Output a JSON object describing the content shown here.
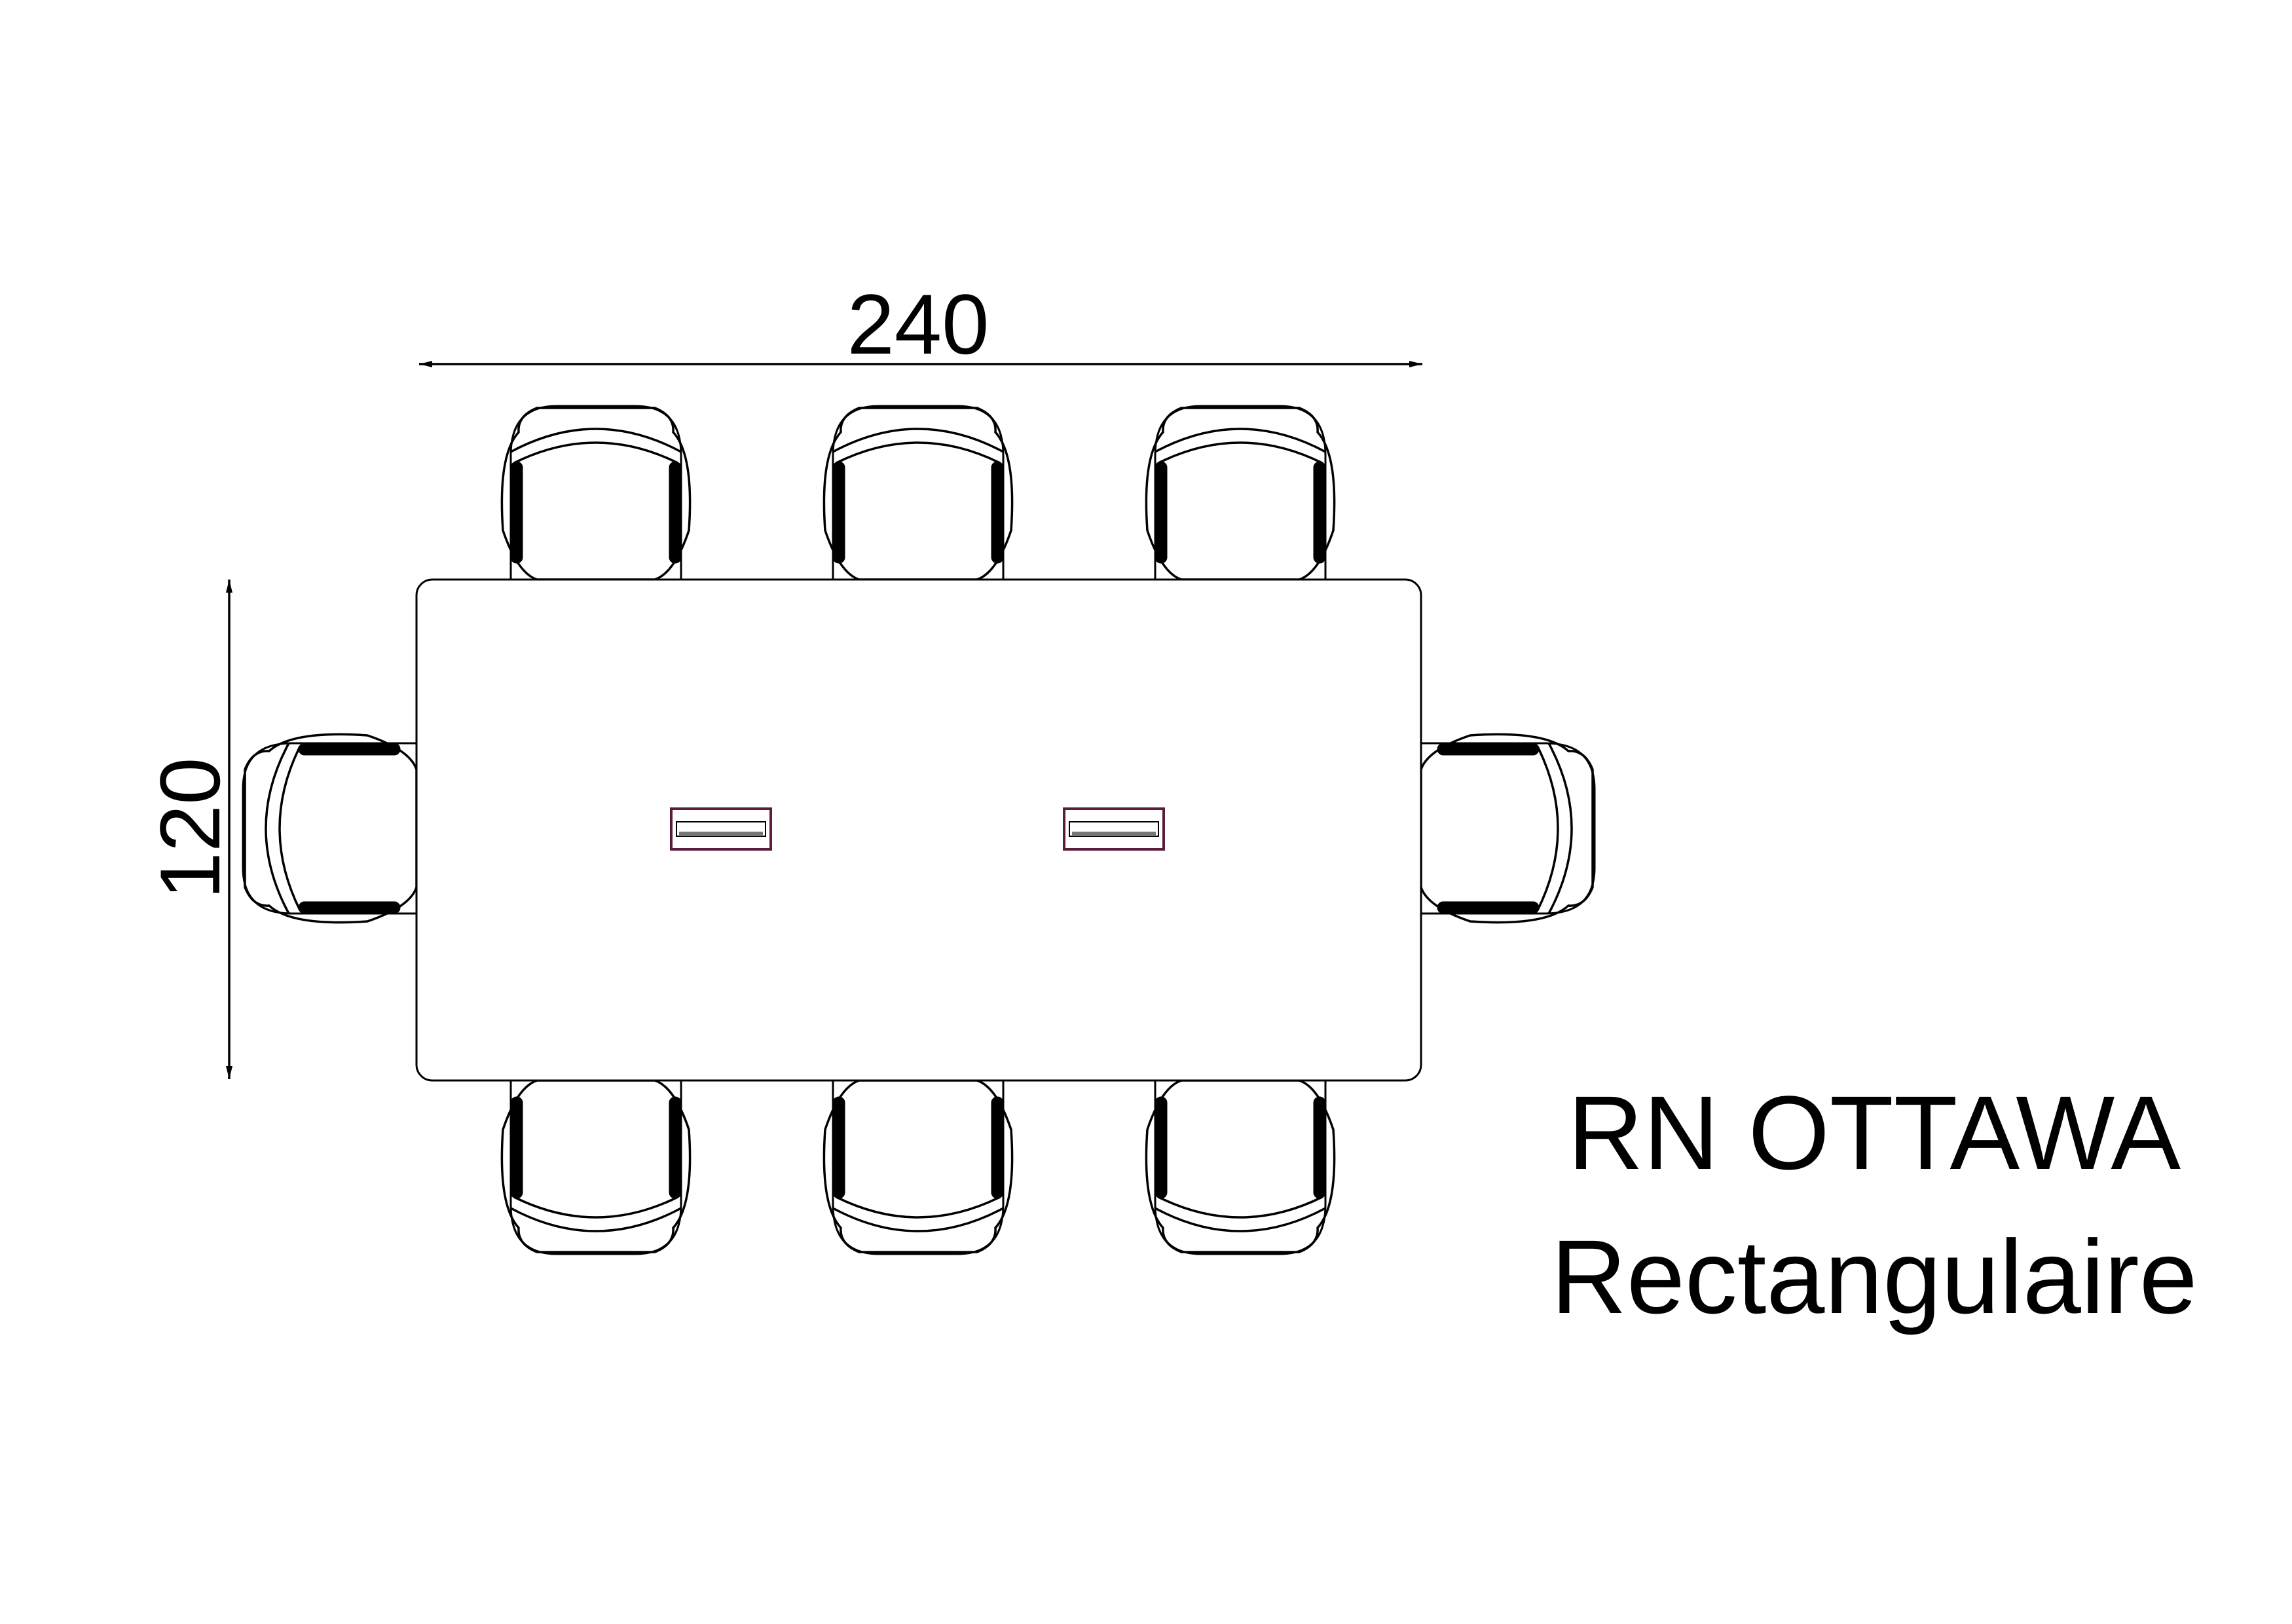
{
  "drawing": {
    "width_dimension": "240",
    "depth_dimension": "120"
  },
  "product": {
    "name": "RN OTTAWA",
    "shape": "Rectangulaire"
  },
  "colors": {
    "line": "#000000",
    "background": "#ffffff",
    "grommet_outline": "#5a1e3c"
  }
}
